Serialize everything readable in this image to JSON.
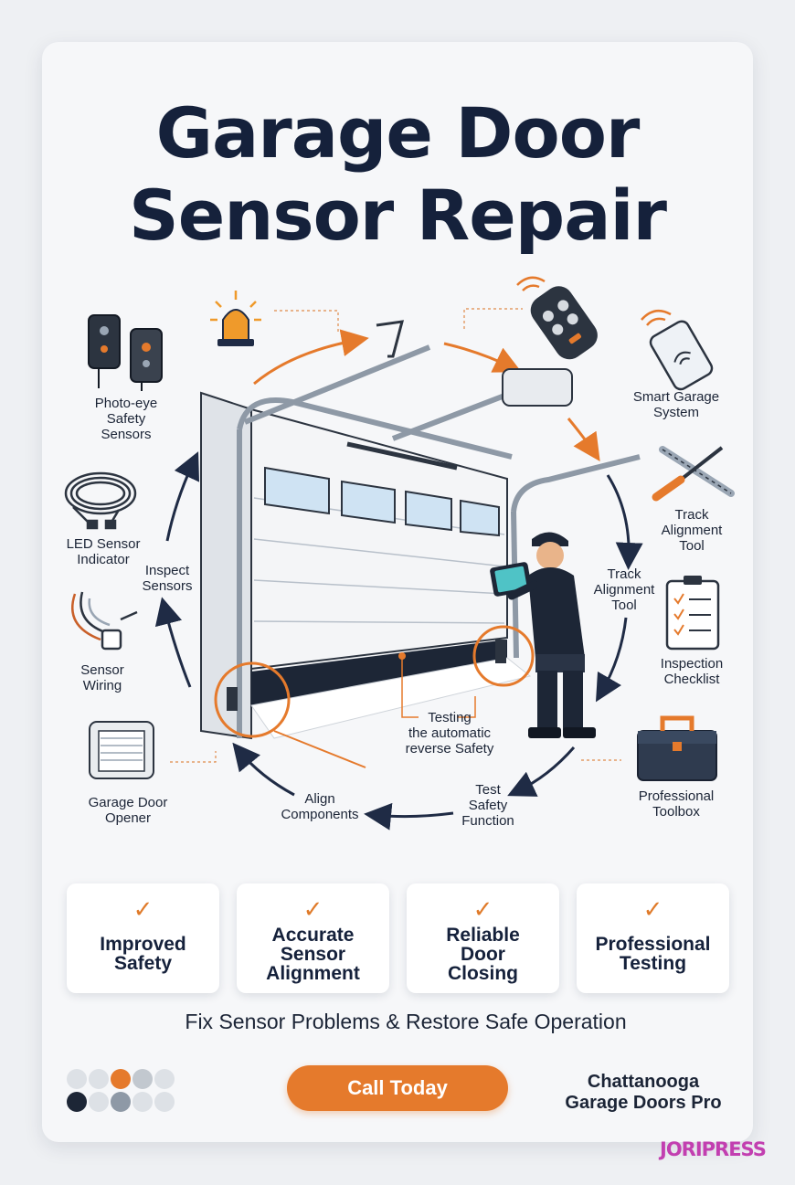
{
  "title": {
    "line1": "Garage Door",
    "line2": "Sensor Repair"
  },
  "items": {
    "photo_eye": "Photo-eye\nSafety\nSensors",
    "led_indicator": "LED Sensor\nIndicator",
    "sensor_wiring": "Sensor\nWiring",
    "opener": "Garage Door\nOpener",
    "smart_system": "Smart Garage\nSystem",
    "track_tool": "Track\nAlignment\nTool",
    "checklist": "Inspection\nChecklist",
    "toolbox": "Professional\nToolbox"
  },
  "process": {
    "inspect": "Inspect\nSensors",
    "track": "Track\nAlignment\nTool",
    "testing": "Testing\nthe automatic\nreverse Safety",
    "test_safety": "Test\nSafety\nFunction",
    "align": "Align\nComponents"
  },
  "benefits": [
    {
      "check": "✓",
      "label": "Improved\nSafety"
    },
    {
      "check": "✓",
      "label": "Accurate\nSensor\nAlignment"
    },
    {
      "check": "✓",
      "label": "Reliable\nDoor\nClosing"
    },
    {
      "check": "✓",
      "label": "Professional\nTesting"
    }
  ],
  "tagline": "Fix Sensor Problems & Restore Safe Operation",
  "cta_label": "Call Today",
  "brand": "Chattanooga\nGarage Doors Pro",
  "watermark": "JORIPRESS",
  "colors": {
    "accent": "#e57a2c",
    "navy": "#15213b",
    "dot_gray": "#cfd4da"
  }
}
